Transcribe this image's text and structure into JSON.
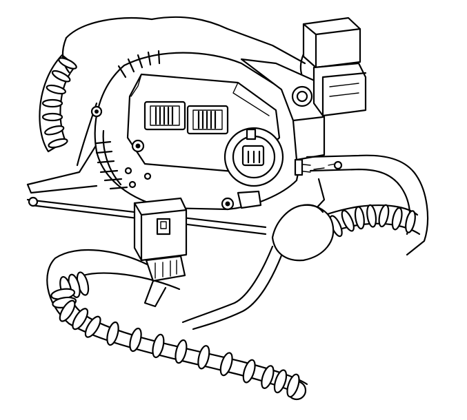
{
  "figure": {
    "kind": "line-art",
    "subject": "generator",
    "line_color": "#000000",
    "background_color": "#ffffff",
    "harness_wrap": {
      "upper_segments": 8,
      "lower_segments": 18,
      "left_segments": 7
    }
  }
}
